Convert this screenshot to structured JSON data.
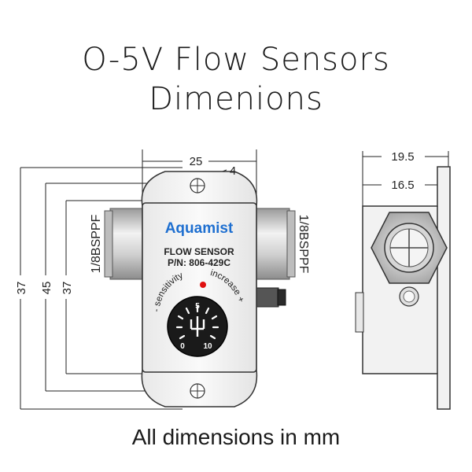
{
  "title": {
    "line1": "O-5V Flow Sensors",
    "line2": "Dimenions"
  },
  "footer": "All dimensions in mm",
  "device": {
    "brand": "Aquamist",
    "model": "FLOW SENSOR",
    "part_number": "P/N: 806-429C",
    "sensitivity_label": "- sensitivity",
    "increase_label": "increase +",
    "dial_labels": {
      "top": "5",
      "left": "0",
      "right": "10"
    },
    "port_left": "1/8BSPPF",
    "port_right": "1/8BSPPF",
    "brand_color": "#1e6fd0",
    "indicator_color": "#e01010"
  },
  "dimensions": {
    "width_front": "25",
    "hole_dia": "4",
    "height_outer": "37",
    "height_holes": "45",
    "height_inner": "37",
    "side_depth_outer": "19.5",
    "side_depth_inner": "16.5"
  }
}
